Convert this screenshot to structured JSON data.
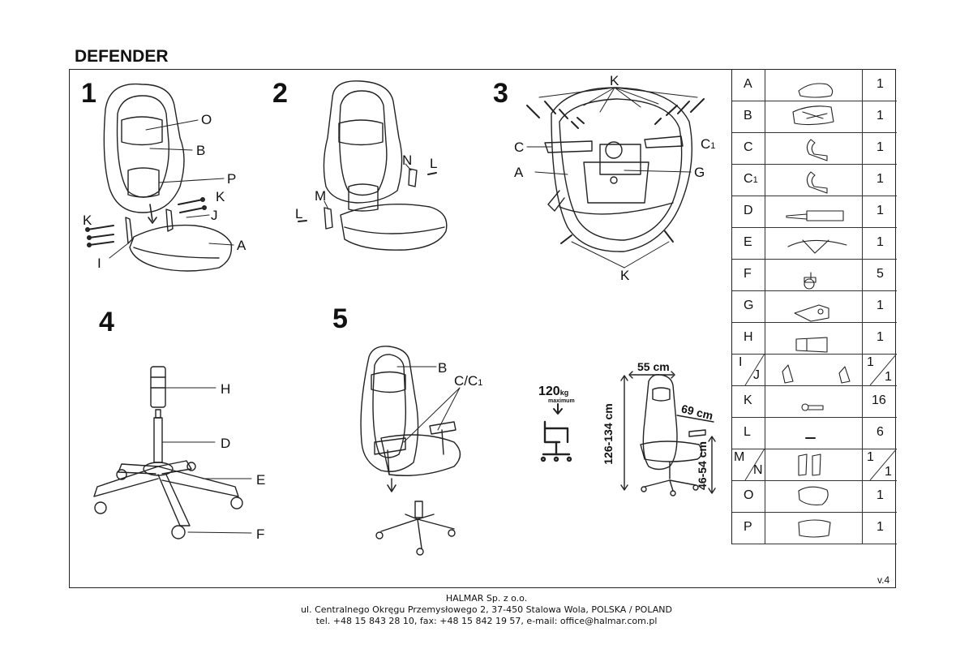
{
  "title": "DEFENDER",
  "steps": [
    "1",
    "2",
    "3",
    "4",
    "5"
  ],
  "step1_labels": {
    "O": "O",
    "B": "B",
    "P": "P",
    "K1": "K",
    "K2": "K",
    "J": "J",
    "A": "A",
    "I": "I"
  },
  "step2_labels": {
    "N": "N",
    "L1": "L",
    "M": "M",
    "L2": "L"
  },
  "step3_labels": {
    "K_top": "K",
    "C": "C",
    "C1": "C",
    "C1_sub": "1",
    "A": "A",
    "G": "G",
    "K_bottom": "K"
  },
  "step4_labels": {
    "H": "H",
    "D": "D",
    "E": "E",
    "F": "F"
  },
  "step5_labels": {
    "B": "B",
    "C": "C/C",
    "C_sub": "1"
  },
  "max_load": {
    "value": "120",
    "unit": "kg",
    "caption": "maximum"
  },
  "dimensions": {
    "width": "55 cm",
    "depth": "69 cm",
    "height": "126-134 cm",
    "seat_height": "46-54 cm"
  },
  "parts": [
    {
      "letter": "A",
      "qty": "1",
      "icon": "seat-icon"
    },
    {
      "letter": "B",
      "qty": "1",
      "icon": "backrest-icon"
    },
    {
      "letter": "C",
      "qty": "1",
      "icon": "armrest-icon"
    },
    {
      "letter": "C",
      "letter_sub": "1",
      "qty": "1",
      "icon": "armrest-icon"
    },
    {
      "letter": "D",
      "qty": "1",
      "icon": "gas-lift-icon"
    },
    {
      "letter": "E",
      "qty": "1",
      "icon": "star-base-icon"
    },
    {
      "letter": "F",
      "qty": "5",
      "icon": "caster-icon"
    },
    {
      "letter": "G",
      "qty": "1",
      "icon": "mechanism-icon"
    },
    {
      "letter": "H",
      "qty": "1",
      "icon": "cover-icon"
    },
    {
      "letter": "I",
      "letter2": "J",
      "qty": "1",
      "qty2": "1",
      "icon": "bracket-icon"
    },
    {
      "letter": "K",
      "qty": "16",
      "icon": "bolt-icon"
    },
    {
      "letter": "L",
      "qty": "6",
      "icon": "screw-icon"
    },
    {
      "letter": "M",
      "letter2": "N",
      "qty": "1",
      "qty2": "1",
      "icon": "cap-icon"
    },
    {
      "letter": "O",
      "qty": "1",
      "icon": "pillow-icon"
    },
    {
      "letter": "P",
      "qty": "1",
      "icon": "lumbar-cushion-icon"
    }
  ],
  "version": "v.4",
  "footer": {
    "company": "HALMAR Sp. z o.o.",
    "address": "ul. Centralnego Okręgu Przemysłowego 2, 37-450 Stalowa Wola, POLSKA / POLAND",
    "contact": "tel. +48 15 843 28 10, fax: +48 15 842 19 57, e-mail: office@halmar.com.pl"
  }
}
